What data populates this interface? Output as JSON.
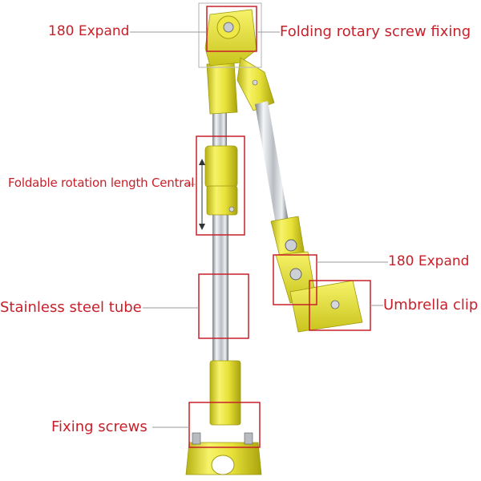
{
  "labels": {
    "expand_top": "180 Expand",
    "folding_rotary": "Folding rotary screw fixing",
    "foldable_rotation": "Foldable rotation length Central",
    "expand_right": "180 Expand",
    "stainless": "Stainless steel tube",
    "umbrella_clip": "Umbrella clip",
    "fixing_screws": "Fixing screws"
  },
  "colors": {
    "label_text": "#c8202a",
    "callout_box": "#c8202a",
    "leader_line": "#9a9a9a",
    "plastic_yellow": "#e8e23a",
    "steel": "#c9ccd1"
  }
}
